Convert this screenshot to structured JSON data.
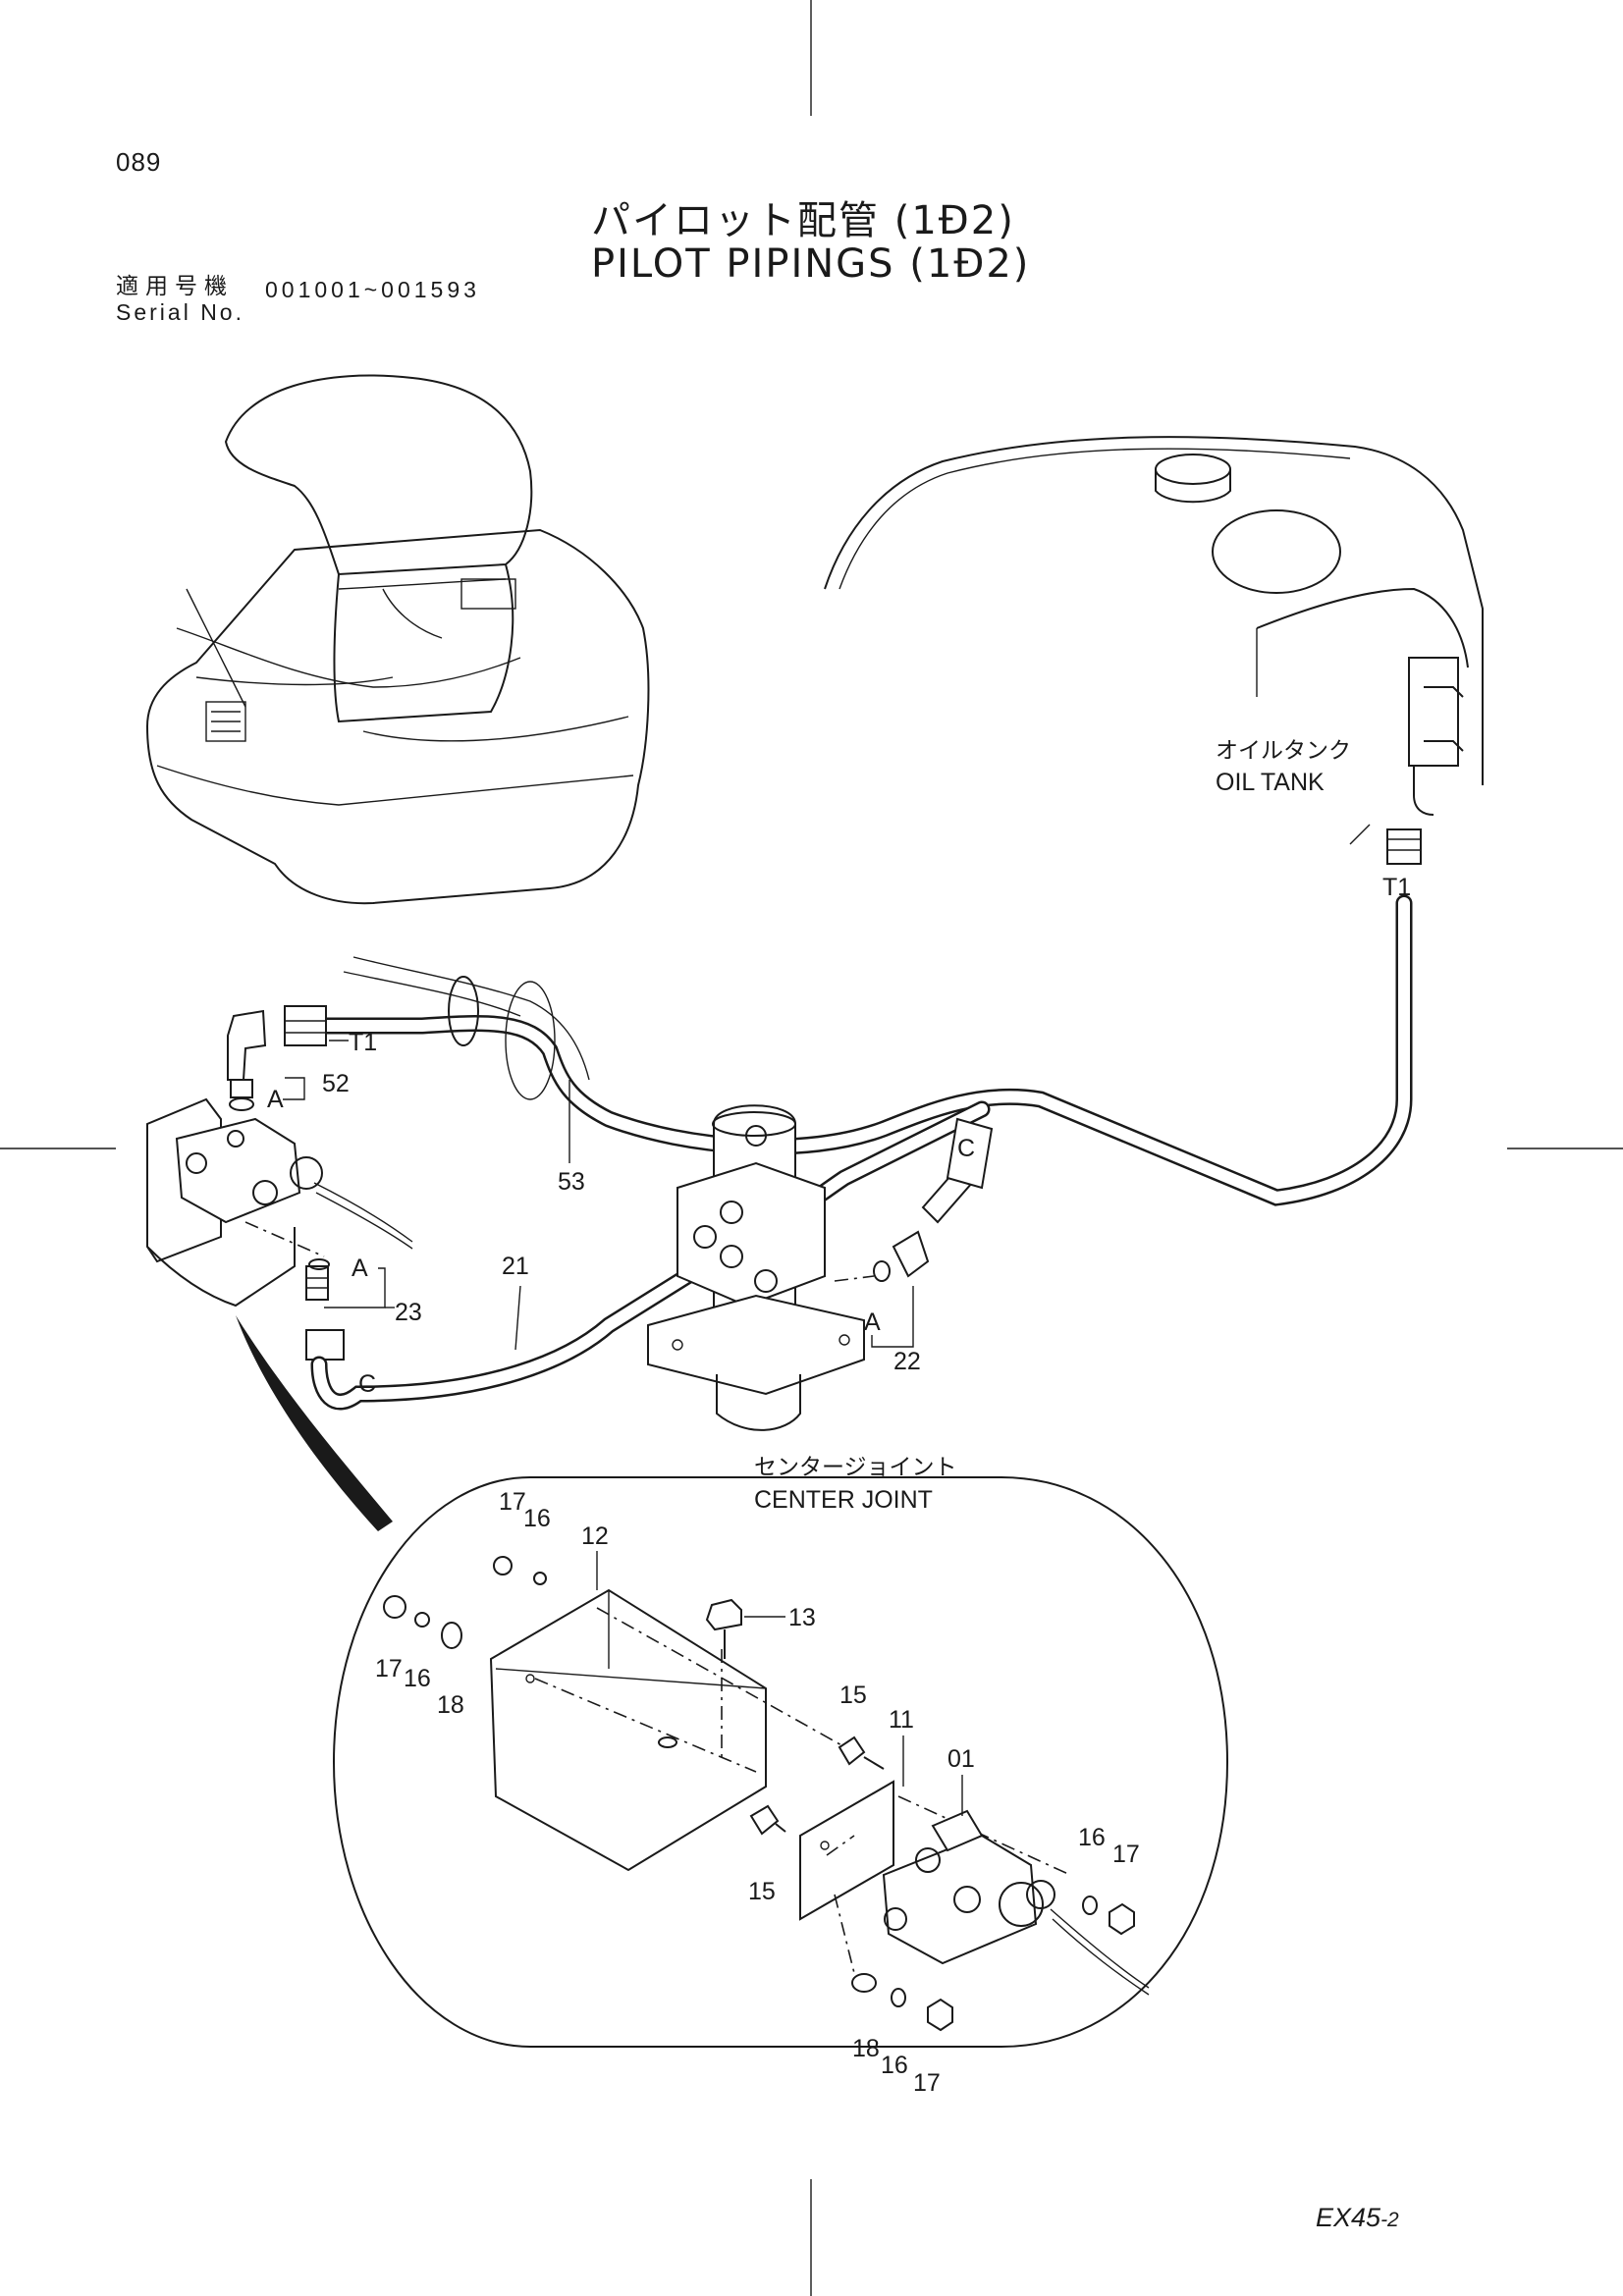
{
  "header": {
    "page_number": "089",
    "title_jp": "パイロット配管 (1Ð2)",
    "title_en": "PILOT PIPINGS (1Ð2)",
    "serial_label_jp": "適用号機",
    "serial_label_en": "Serial No.",
    "serial_range": "001001~001593"
  },
  "footer": {
    "model": "EX45",
    "model_suffix": "-2"
  },
  "components": {
    "oil_tank_jp": "オイルタンク",
    "oil_tank_en": "OIL TANK",
    "center_joint_jp": "センタージョイント",
    "center_joint_en": "CENTER JOINT"
  },
  "callouts": {
    "t1_tank": "T1",
    "t1_valve": "T1",
    "p52": "52",
    "a_upper": "A",
    "p53": "53",
    "p21": "21",
    "a_lower": "A",
    "p23": "23",
    "c_left": "C",
    "c_right": "C",
    "a_joint": "A",
    "p22": "22",
    "d17_a": "17",
    "d16_a": "16",
    "d12": "12",
    "d13": "13",
    "d17_b": "17",
    "d16_b": "16",
    "d18_a": "18",
    "d15_a": "15",
    "d11": "11",
    "d01": "01",
    "d15_b": "15",
    "d16_c": "16",
    "d17_c": "17",
    "d18_b": "18",
    "d16_d": "16",
    "d17_d": "17"
  }
}
